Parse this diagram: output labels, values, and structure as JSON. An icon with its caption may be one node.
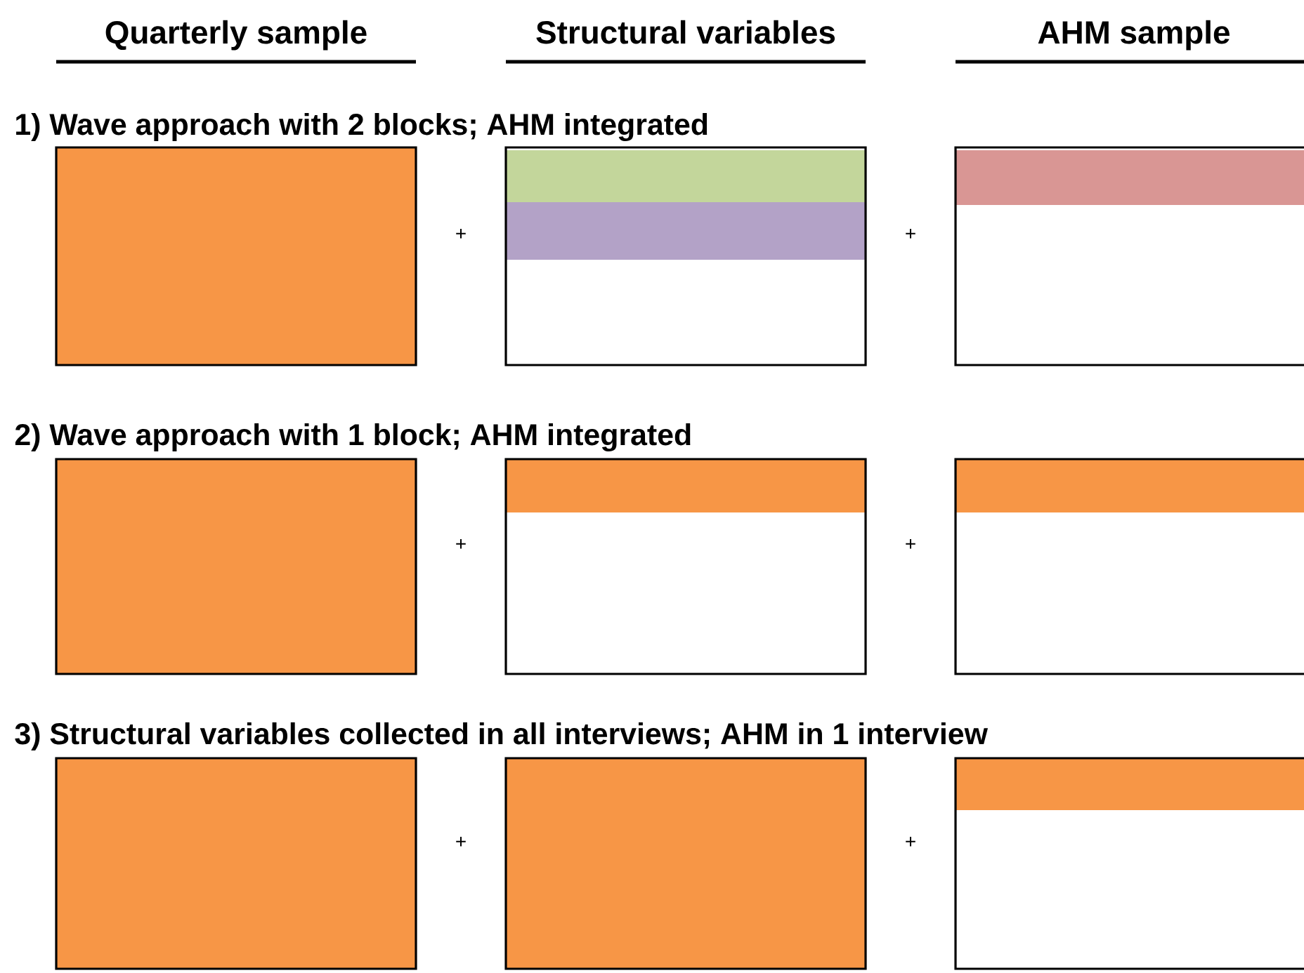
{
  "diagram": {
    "labels": [
      "Quarterly sample",
      "Structural variables",
      "AHM sample",
      "1)  Wave approach with 2 blocks; AHM integrated",
      "+",
      "+",
      "2)  Wave approach with 1 block; AHM integrated",
      "+",
      "+",
      "3)  Structural variables collected in all interviews; AHM in 1 interview",
      "+",
      "+"
    ]
  }
}
